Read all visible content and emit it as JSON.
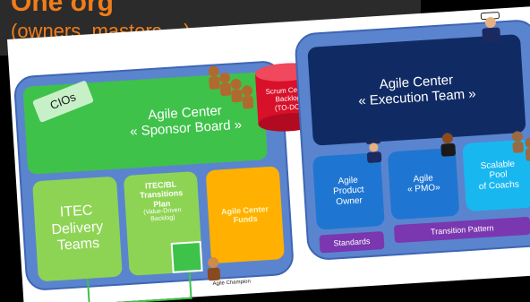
{
  "header": {
    "title_fragment": "One org",
    "subtitle": "(owners, masters, ..)"
  },
  "left": {
    "cios_label": "CIOs",
    "sponsor_line1": "Agile Center",
    "sponsor_line2": "« Sponsor Board »",
    "backlog_line1": "Scrum Center",
    "backlog_line2": "Backlog",
    "backlog_line3": "(TO-DO)",
    "delivery_line1": "ITEC",
    "delivery_line2": "Delivery",
    "delivery_line3": "Teams",
    "transitions_line1": "ITEC/BL",
    "transitions_line2": "Transitions",
    "transitions_line3": "Plan",
    "transitions_line4": "(Value-Driven",
    "transitions_line5": "Backlog)",
    "funds_line1": "Agile Center",
    "funds_line2": "Funds",
    "champion_label": "Agile Champion"
  },
  "right": {
    "exec_line1": "Agile Center",
    "exec_line2": "« Execution Team »",
    "po_line1": "Agile",
    "po_line2": "Product",
    "po_line3": "Owner",
    "pmo_line1": "Agile",
    "pmo_line2": "« PMO»",
    "coach_line1": "Scalable",
    "coach_line2": "Pool",
    "coach_line3": "of Coachs",
    "standards_label": "Standards",
    "transition_pattern_label": "Transition Pattern"
  },
  "colors": {
    "title_orange": "#f07d1a",
    "panel_blue": "#5b84cf",
    "sponsor_green": "#3ec24a",
    "light_green": "#8ed454",
    "funds_orange": "#ffb000",
    "exec_navy": "#102b64",
    "po_blue": "#1f76d2",
    "coach_cyan": "#19b7f0",
    "standards_purple": "#7a37b0",
    "backlog_red": "#d8102a"
  }
}
